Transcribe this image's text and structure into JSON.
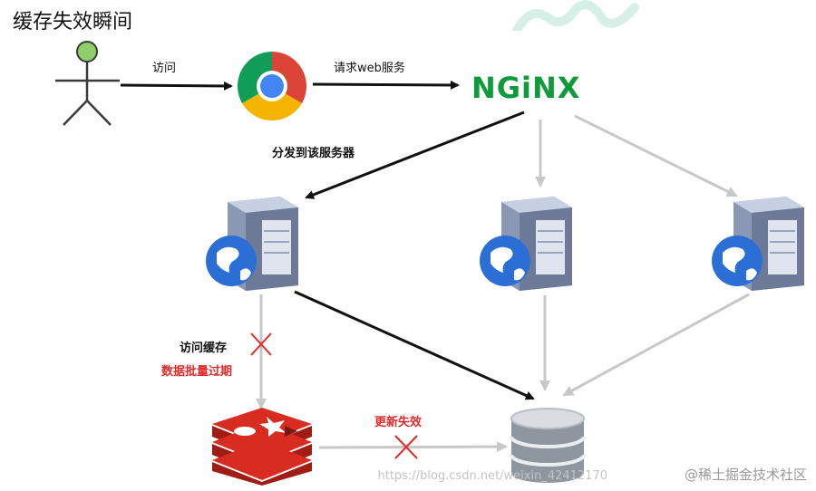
{
  "title": "缓存失效瞬间",
  "labels": {
    "visit": "访问",
    "request_web": "请求web服务",
    "dispatch": "分发到该服务器",
    "visit_cache": "访问缓存",
    "batch_expire": "数据批量过期",
    "update_fail": "更新失效"
  },
  "nginx_logo_text": "NGiNX",
  "footer": {
    "url": "https://blog.csdn.net/weixin_42412170",
    "brand": "@稀土掘金技术社区"
  },
  "colors": {
    "arrow_dark": "#111111",
    "arrow_light": "#c8c8c8",
    "nginx_green": "#0f9a3c",
    "cross_red": "#e02b2b",
    "redis_red": "#d82c20"
  }
}
